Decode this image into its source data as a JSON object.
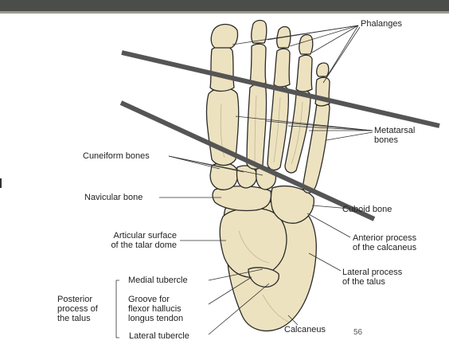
{
  "labels": {
    "phalanges": "Phalanges",
    "metatarsal": "Metatarsal\nbones",
    "cuneiform": "Cuneiform bones",
    "navicular": "Navicular bone",
    "cuboid": "Cuboid bone",
    "articular": "Articular surface\nof the talar dome",
    "anterior_process": "Anterior process\nof the calcaneus",
    "lateral_process": "Lateral process\nof the talus",
    "medial_tubercle": "Medial tubercle",
    "posterior_process": "Posterior\nprocess of\nthe talus",
    "groove": "Groove for\nflexor hallucis\nlongus tendon",
    "lateral_tubercle": "Lateral tubercle",
    "calcaneus": "Calcaneus"
  },
  "page_number": "56",
  "colors": {
    "bone": "#ede2bf",
    "bone_outline": "#2a2a2a",
    "bone_shadow": "#b8aa86",
    "strike_line": "#555555",
    "topbar": "#4a4d4a"
  }
}
